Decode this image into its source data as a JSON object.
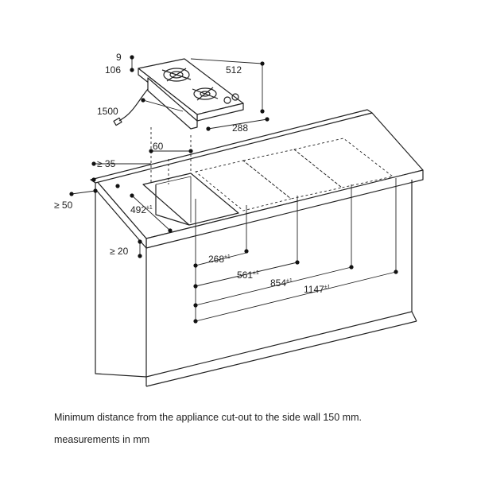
{
  "dimensions": {
    "hob_thickness_top": "9",
    "hob_thickness": "106",
    "hob_depth": "512",
    "cable_length": "1500",
    "hob_width": "288",
    "cutout_offset": "60",
    "back_clearance": "≥ 35",
    "side_wall_clearance": "≥ 50",
    "cutout_depth": {
      "value": "492",
      "tolerance": "±1"
    },
    "front_clearance": "≥ 20",
    "mount_268": {
      "value": "268",
      "tolerance": "±1"
    },
    "mount_561": {
      "value": "561",
      "tolerance": "±1"
    },
    "mount_854": {
      "value": "854",
      "tolerance": "±1"
    },
    "mount_1147": {
      "value": "1147",
      "tolerance": "±1"
    }
  },
  "notes": {
    "side_wall": "Minimum distance from the appliance cut-out to the side wall 150 mm.",
    "units": "measurements in mm"
  }
}
